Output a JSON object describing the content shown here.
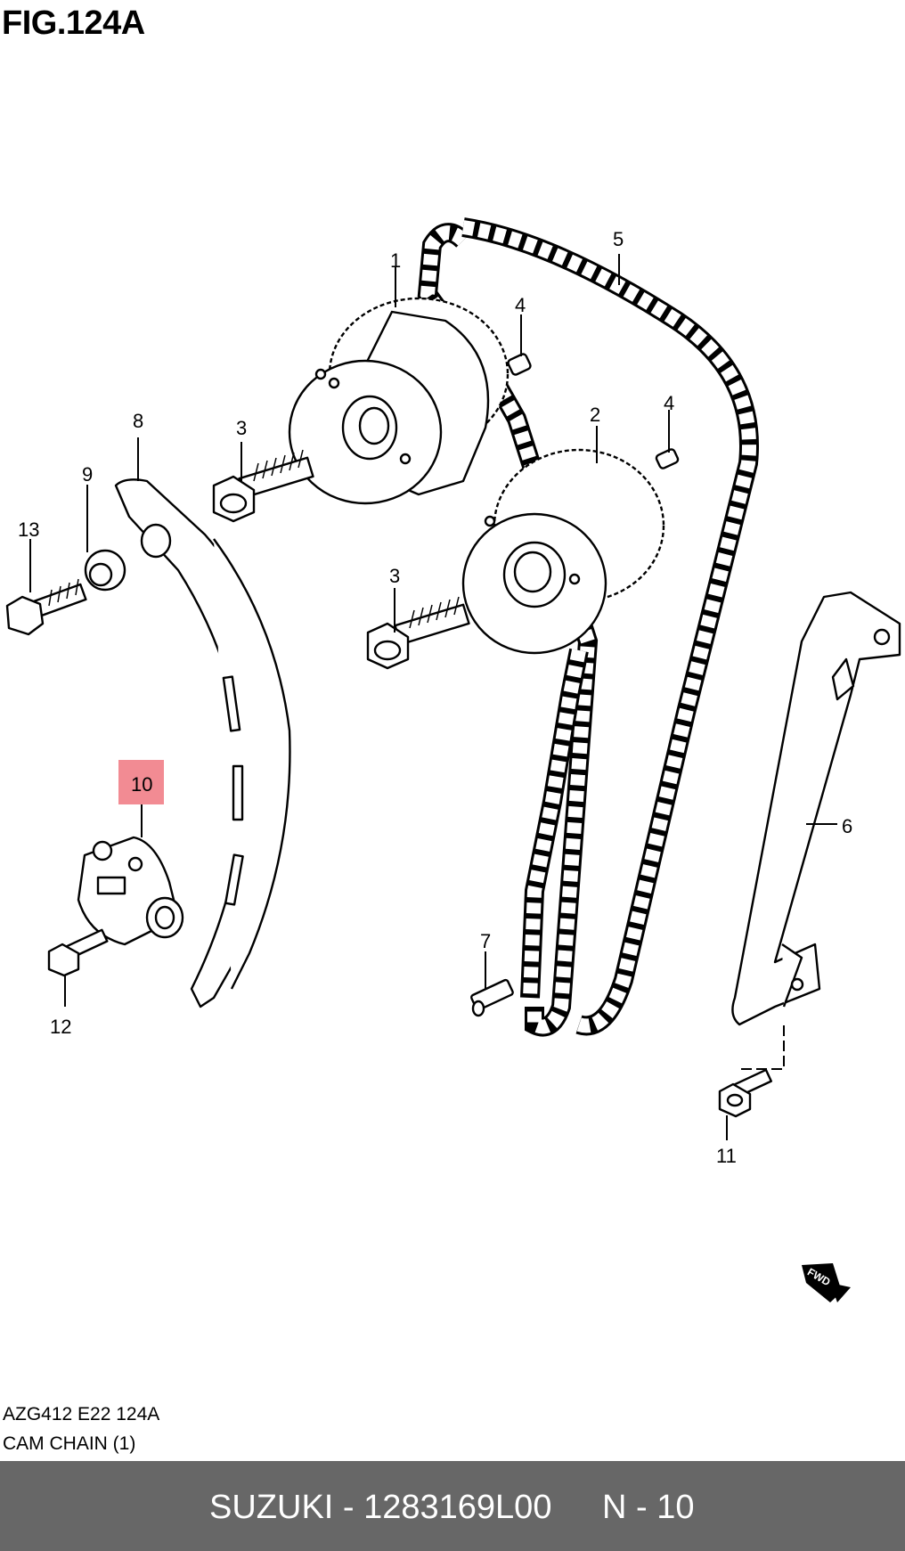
{
  "figure": {
    "title": "FIG.124A"
  },
  "callouts": [
    {
      "id": "c1",
      "label": "1"
    },
    {
      "id": "c2",
      "label": "2"
    },
    {
      "id": "c3a",
      "label": "3"
    },
    {
      "id": "c3b",
      "label": "3"
    },
    {
      "id": "c4a",
      "label": "4"
    },
    {
      "id": "c4b",
      "label": "4"
    },
    {
      "id": "c5",
      "label": "5"
    },
    {
      "id": "c6",
      "label": "6"
    },
    {
      "id": "c7",
      "label": "7"
    },
    {
      "id": "c8",
      "label": "8"
    },
    {
      "id": "c9",
      "label": "9"
    },
    {
      "id": "c10",
      "label": "10",
      "highlighted": true
    },
    {
      "id": "c11",
      "label": "11"
    },
    {
      "id": "c12",
      "label": "12"
    },
    {
      "id": "c13",
      "label": "13"
    }
  ],
  "highlight_color": "#f28b93",
  "direction_marker": "FWD",
  "catalog": {
    "code": "AZG412 E22 124A",
    "group_name": "CAM CHAIN (1)"
  },
  "footer": {
    "brand_part": "SUZUKI - 1283169L00",
    "ref": "N - 10",
    "background": "#676767"
  }
}
